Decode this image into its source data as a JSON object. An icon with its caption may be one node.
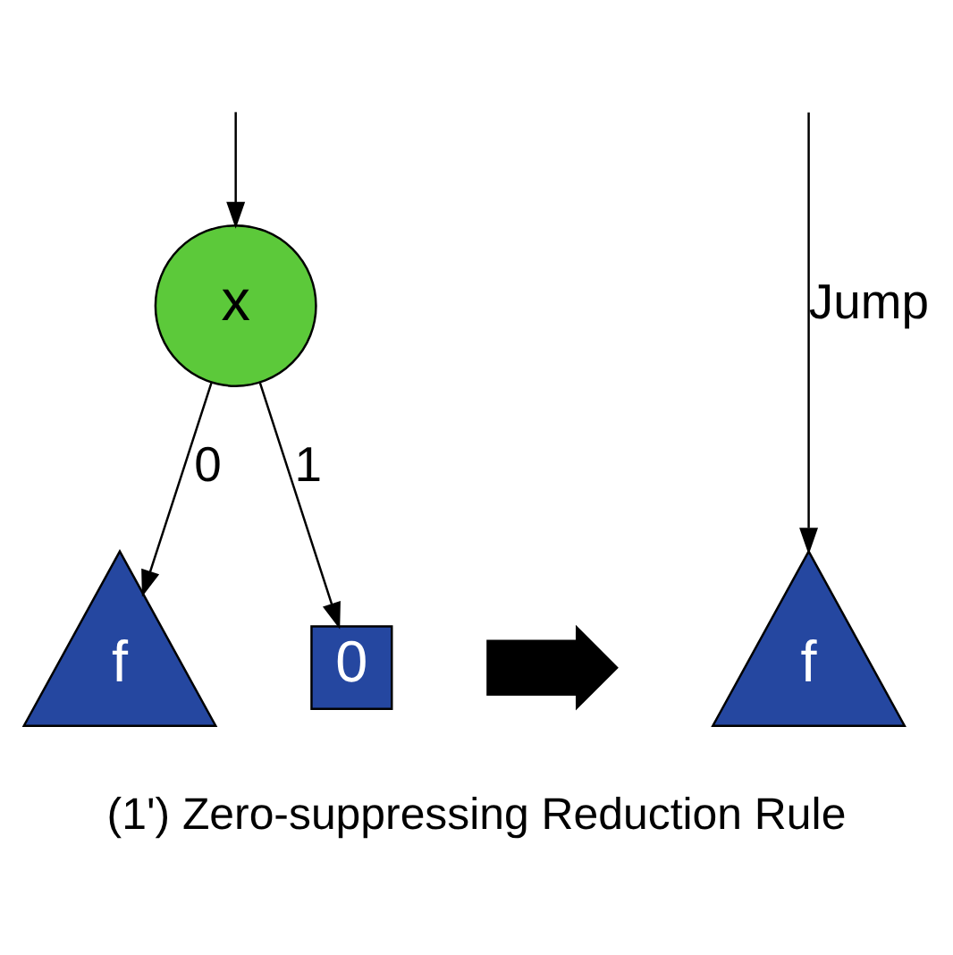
{
  "diagram": {
    "caption": "(1') Zero-suppressing Reduction Rule",
    "nodes": [
      {
        "text": [
          "x"
        ]
      },
      {
        "text": [
          "f"
        ]
      },
      {
        "text": [
          "0"
        ]
      },
      {
        "text": [],
        "shape": "arrow"
      },
      {
        "text": [
          "f"
        ]
      }
    ],
    "edges": [
      {
        "from": null,
        "to": 0,
        "arrow": "to"
      },
      {
        "from": 0,
        "to": 1,
        "arrow": "to",
        "label": "0"
      },
      {
        "from": 0,
        "to": 2,
        "arrow": "to",
        "label": "1"
      },
      {
        "from": null,
        "to": 4,
        "arrow": "to",
        "label": "Jump"
      }
    ]
  }
}
